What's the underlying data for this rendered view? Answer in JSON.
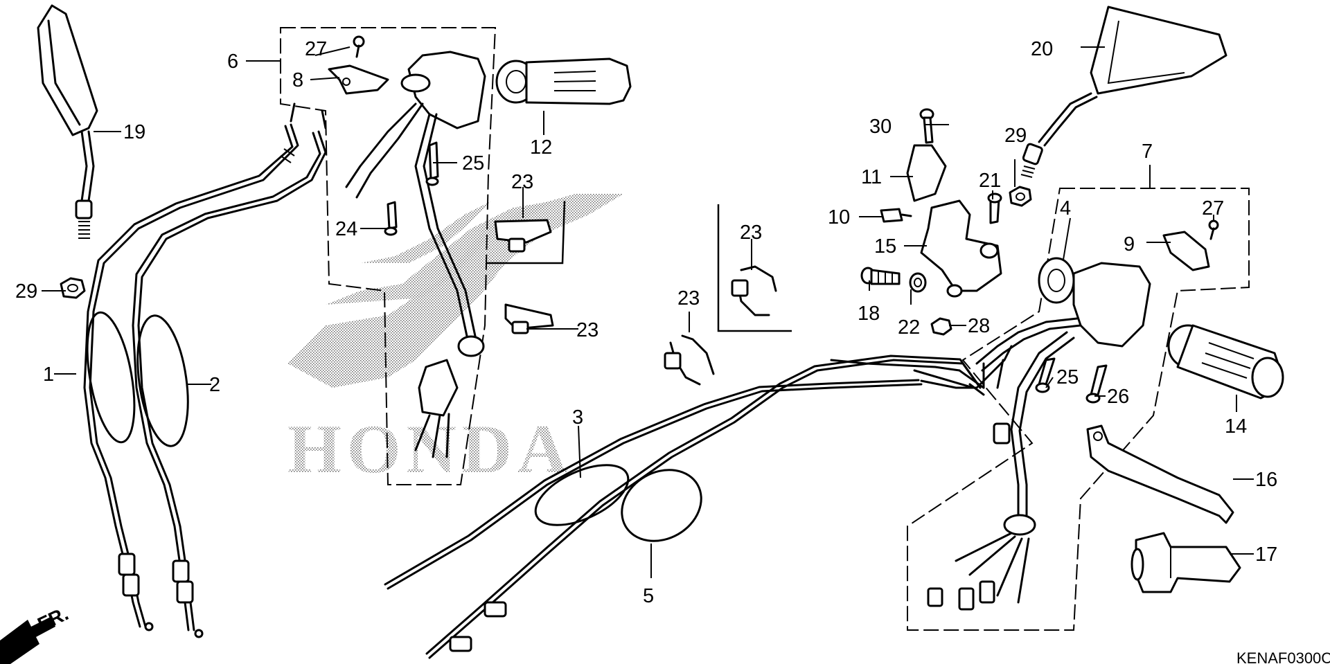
{
  "diagram": {
    "callouts": [
      "1",
      "2",
      "3",
      "4",
      "5",
      "6",
      "7",
      "8",
      "9",
      "10",
      "11",
      "12",
      "14",
      "15",
      "16",
      "17",
      "18",
      "19",
      "20",
      "21",
      "22",
      "23",
      "24",
      "25",
      "26",
      "27",
      "28",
      "29",
      "30"
    ],
    "watermark_text": "HONDA",
    "direction_label": "FR.",
    "diagram_code": "KENAF0300C"
  },
  "labels": {
    "p1": "1",
    "p2": "2",
    "p3": "3",
    "p4": "4",
    "p5": "5",
    "p6": "6",
    "p7": "7",
    "p8": "8",
    "p9": "9",
    "p10": "10",
    "p11": "11",
    "p12": "12",
    "p14": "14",
    "p15": "15",
    "p16": "16",
    "p17": "17",
    "p18": "18",
    "p19": "19",
    "p20": "20",
    "p21": "21",
    "p22": "22",
    "p23": "23",
    "p24": "24",
    "p25": "25",
    "p26": "26",
    "p27": "27",
    "p28": "28",
    "p29": "29",
    "p30": "30",
    "fr": "FR.",
    "code": "KENAF0300C"
  }
}
